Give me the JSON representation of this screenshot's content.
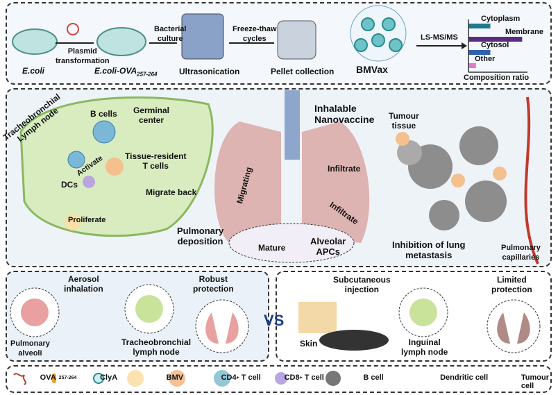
{
  "top": {
    "ecoli": "E.coli",
    "plasmid": [
      "Plasmid",
      "transformation"
    ],
    "ecoli_ova": "E.coli-OVA",
    "ecoli_ova_sub": "257-264",
    "bacterial": [
      "Bacterial",
      "culture"
    ],
    "ultrasonication": "Ultrasonication",
    "freeze": [
      "Freeze-thaw",
      "cycles"
    ],
    "pellet": "Pellet collection",
    "bmvax": "BMVax",
    "lsms": "LS-MS/MS",
    "chart": {
      "xlabel": "Composition ratio",
      "bars": [
        {
          "label": "Cytoplasm",
          "ratio": 0.35,
          "color": "#1f7a8c"
        },
        {
          "label": "Membrane",
          "ratio": 0.86,
          "color": "#5b2d7f"
        },
        {
          "label": "Cytosol",
          "ratio": 0.35,
          "color": "#2f63b0"
        },
        {
          "label": "Other",
          "ratio": 0.12,
          "color": "#e07bc8"
        }
      ]
    }
  },
  "middle": {
    "lymph": [
      "Tracheobronchial",
      "Lymph node"
    ],
    "bcells": "B cells",
    "germinal": [
      "Germinal",
      "center"
    ],
    "activate": "Activate",
    "tissue": [
      "Tissue-resident",
      "T cells"
    ],
    "dcs": "DCs",
    "migrate_back": "Migrate back",
    "proliferate": "Proliferate",
    "inhalable": [
      "Inhalable",
      "Nanovaccine"
    ],
    "tumour_tissue": [
      "Tumour",
      "tissue"
    ],
    "infiltrate1": "Infiltrate",
    "infiltrate2": "Infiltrate",
    "migrating": "Migrating",
    "pulmonary_dep": [
      "Pulmonary",
      "deposition"
    ],
    "mature": "Mature",
    "alveolar": [
      "Alveolar",
      "APCs"
    ],
    "inhibition": [
      "Inhibition of lung",
      "metastasis"
    ],
    "capillaries": [
      "Pulmonary",
      "capillaries"
    ]
  },
  "bottom": {
    "aerosol": [
      "Aerosol",
      "inhalation"
    ],
    "robust": [
      "Robust",
      "protection"
    ],
    "alveoli": [
      "Pulmonary",
      "alveoli"
    ],
    "tb_node": [
      "Tracheobronchial",
      "lymph node"
    ],
    "vs": "VS",
    "subcut": [
      "Subcutaneous",
      "injection"
    ],
    "limited": [
      "Limited",
      "protection"
    ],
    "skin": "Skin",
    "inguinal": [
      "Inguinal",
      "lymph node"
    ]
  },
  "legend": {
    "ova": "OVA",
    "ova_sub": "257-264",
    "clya": "ClyA",
    "bmv": "BMV",
    "cd4": "CD4",
    "cd4_sup": "+",
    "cd8": "CD8",
    "cd8_sup": "+",
    "tcell": " T cell",
    "bcell": "B cell",
    "dc": "Dendritic cell",
    "tumour": "Tumour cell"
  }
}
